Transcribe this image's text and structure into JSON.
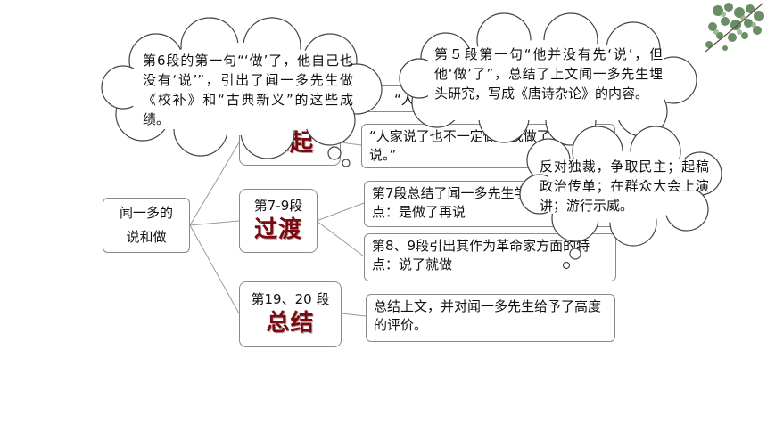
{
  "root": {
    "label_line1": "闻一多的",
    "label_line2": "说和做"
  },
  "sections": [
    {
      "label": "",
      "tag": "总起"
    },
    {
      "label": "第7-9段",
      "tag": "过渡"
    },
    {
      "label": "第19、20 段",
      "tag": "总结"
    }
  ],
  "leaves": [
    {
      "text": "“人家说了也不一定做，我做了也不一定说。”"
    },
    {
      "text": "第7段总结了闻一多先生学者方面的特点：是做了再说"
    },
    {
      "text": "第8、9段引出其作为革命家方面的特点：说了就做"
    },
    {
      "text": "总结上文，并对闻一多先生给予了高度的评价。"
    }
  ],
  "partial_leaf": {
    "text": "“人家"
  },
  "clouds": [
    {
      "text": "第6段的第一句“‘做’了，他自己也没有‘说’”，引出了闻一多先生做《校补》和“古典新义”的这些成绩。"
    },
    {
      "text": "第５段第一句“他并没有先‘说’，但他‘做’了”，总结了上文闻一多先生埋头研究，写成《唐诗杂论》的内容。"
    },
    {
      "text": "反对独裁，争取民主；起稿政治传单；在群众大会上演讲；游行示威。"
    }
  ],
  "colors": {
    "accent": "#7a0a10",
    "border": "#8a8a8a",
    "line": "#9a9a9a"
  },
  "icons": {
    "decoration": "tree-branch-icon"
  }
}
